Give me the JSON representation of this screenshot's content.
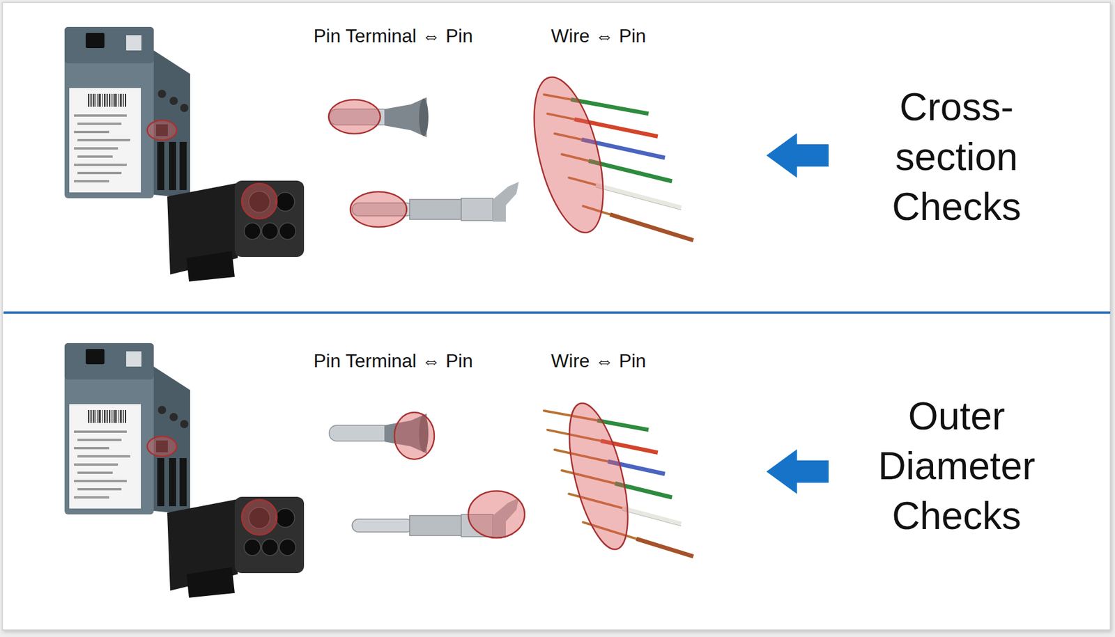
{
  "diagram": {
    "labels": [
      "Pin Terminal ⇔ Pin",
      "Wire ⇔ Pin",
      "Cross-section Checks",
      "Pin Terminal ⇔ Pin",
      "Wire ⇔ Pin",
      "Outer Diameter Checks"
    ]
  }
}
